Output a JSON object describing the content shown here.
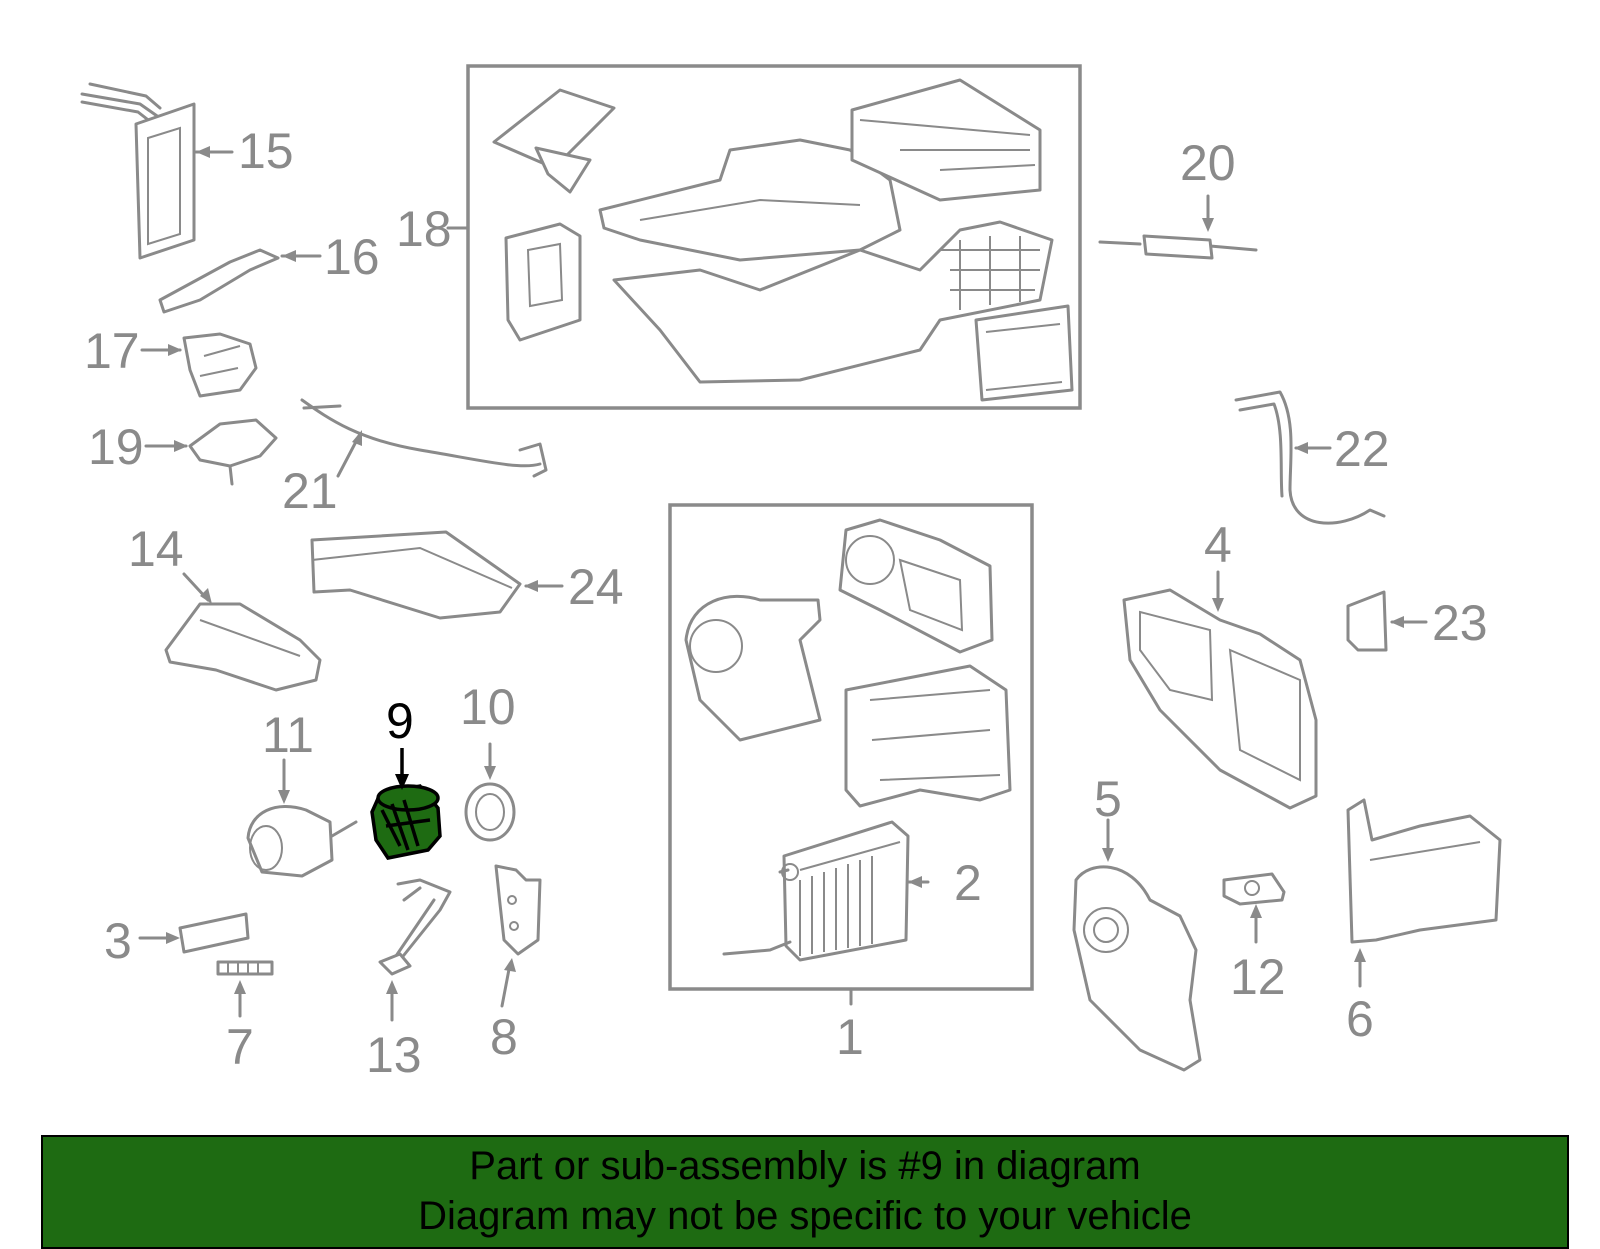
{
  "colors": {
    "highlight_fill": "#1e6b12",
    "banner_bg": "#1e6b12",
    "part_stroke": "#8a8a8a",
    "label_default": "#8a8a8a",
    "label_highlight": "#000000"
  },
  "labels": {
    "p1": "1",
    "p2": "2",
    "p3": "3",
    "p4": "4",
    "p5": "5",
    "p6": "6",
    "p7": "7",
    "p8": "8",
    "p9": "9",
    "p10": "10",
    "p11": "11",
    "p12": "12",
    "p13": "13",
    "p14": "14",
    "p15": "15",
    "p16": "16",
    "p17": "17",
    "p18": "18",
    "p19": "19",
    "p20": "20",
    "p21": "21",
    "p22": "22",
    "p23": "23",
    "p24": "24"
  },
  "banner": {
    "line1": "Part or sub-assembly is #9 in diagram",
    "line2": "Diagram may not be specific to your vehicle"
  }
}
